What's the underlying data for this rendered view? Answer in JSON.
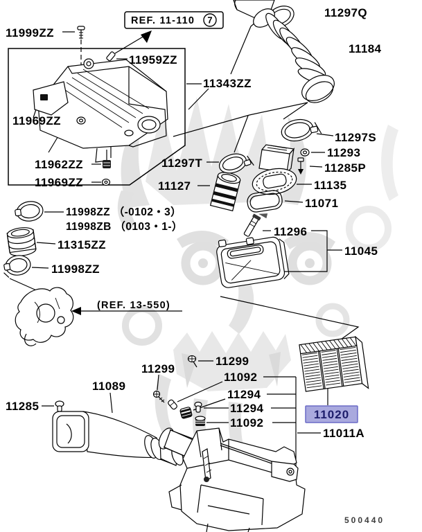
{
  "doc_code": "500440",
  "ref_top": {
    "text": "REF. 11-110",
    "number": "7"
  },
  "ref_bottom": "(REF. 13-550)",
  "highlight": {
    "fill": "#a9a9de",
    "border": "#6a6ac6",
    "text_color": "#1d1d6b"
  },
  "watermark_color": "#e5e5e5",
  "labels": {
    "p11999zz": "11999ZZ",
    "p11959zz": "11959ZZ",
    "p11343zz": "11343ZZ",
    "p11297q": "11297Q",
    "p11184": "11184",
    "p11969zz_a": "11969ZZ",
    "p11962zz": "11962ZZ",
    "p11969zz_b": "11969ZZ",
    "p11297t": "11297T",
    "p11127": "11127",
    "p11297s": "11297S",
    "p11293": "11293",
    "p11285p": "11285P",
    "p11135": "11135",
    "p11071": "11071",
    "p11998zz_range": "11998ZZ （-0102・3）",
    "p11998zb_range": "11998ZB （0103・1-）",
    "p11315zz": "11315ZZ",
    "p11998zz": "11998ZZ",
    "p11296": "11296",
    "p11045": "11045",
    "p11299_a": "11299",
    "p11299_b": "11299",
    "p11092_a": "11092",
    "p11294_a": "11294",
    "p11294_b": "11294",
    "p11092_b": "11092",
    "p11089": "11089",
    "p11285": "11285",
    "p11020": "11020",
    "p11011a": "11011A"
  }
}
